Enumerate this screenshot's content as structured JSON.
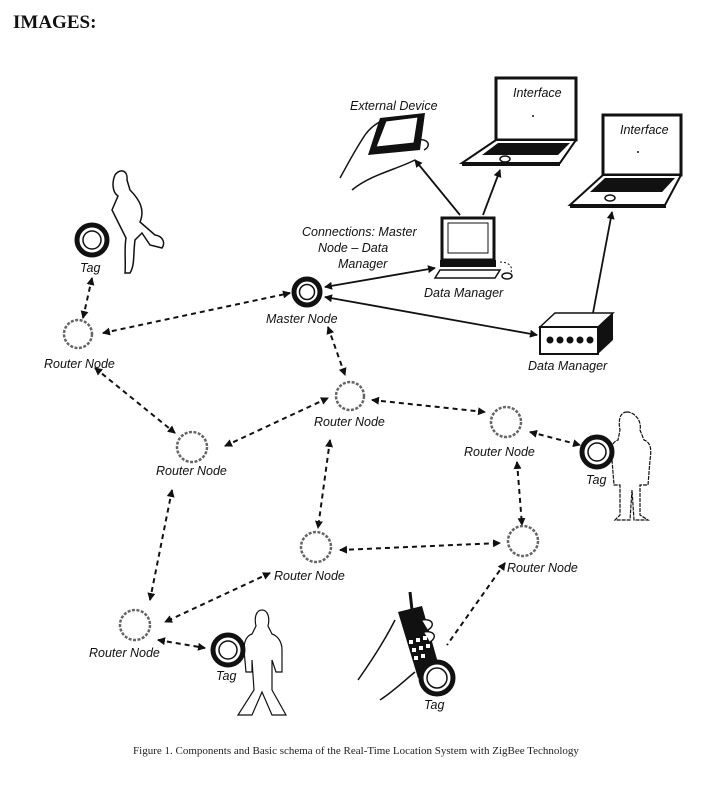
{
  "heading": "IMAGES:",
  "caption": "Figure 1. Components and Basic schema of the Real-Time Location System with ZigBee Technology",
  "labels": {
    "external_device": "External Device",
    "interface_1": "Interface",
    "interface_2": "Interface",
    "connections_line1": "Connections: Master",
    "connections_line2": "Node – Data",
    "connections_line3": "Manager",
    "data_manager_pc": "Data Manager",
    "data_manager_box": "Data Manager",
    "master_node": "Master Node",
    "tag_runner": "Tag",
    "tag_woman": "Tag",
    "tag_man": "Tag",
    "tag_phone": "Tag",
    "router_left": "Router Node",
    "router_center": "Router Node",
    "router_midleft": "Router Node",
    "router_right": "Router Node",
    "router_lowcenter": "Router Node",
    "router_lowright": "Router Node",
    "router_bottomleft": "Router Node"
  },
  "icons": {
    "external_device": "handheld-device-icon",
    "laptop": "laptop-icon",
    "desktop": "desktop-computer-icon",
    "box": "data-manager-box-icon",
    "phone": "mobile-phone-icon",
    "person": "person-icon"
  }
}
